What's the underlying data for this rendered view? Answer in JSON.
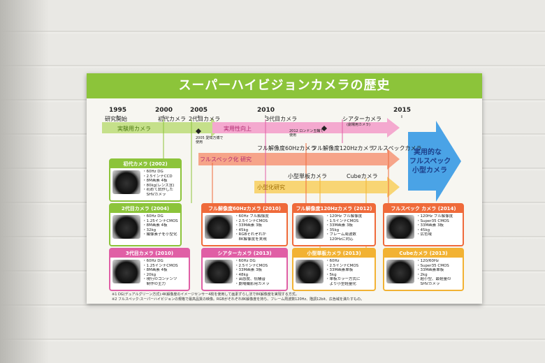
{
  "title": "スーパーハイビジョンカメラの歴史",
  "years": [
    "1995",
    "2000",
    "2005",
    "2010",
    "2015"
  ],
  "milestones": {
    "research_start": "研究開始",
    "first_camera": "初代カメラ",
    "second_camera": "2代目カメラ",
    "third_camera": "3代目カメラ",
    "theater_camera": "シアターカメラ",
    "theater_sub": "(劇場用カメラ)",
    "expo": "2005 愛知万博で使用",
    "london": "2012 ロンドン五輪で使用",
    "full_res_60": "フル解像度60Hzカメラ",
    "full_res_120": "フル解像度120Hzカメラ",
    "full_spec_camera": "フルスペックカメラ",
    "small_single": "小型単板カメラ",
    "cube_camera": "Cubeカメラ"
  },
  "lanes": {
    "experimental": "実験用カメラ",
    "practical": "実用性向上",
    "full_spec_research": "フルスペック化 研究",
    "miniaturization": "小型化研究"
  },
  "goal": [
    "実用的な",
    "フルスペック",
    "小型カメラ"
  ],
  "boxes": [
    {
      "title": "初代カメラ (2002)",
      "color": "#8cc43a",
      "specs": [
        "・60Hz DG",
        "・2.5インチCCD",
        "・8M画素 4板",
        "・80kg(レンズ含)",
        "・初めて試作した",
        "　SHVカメラ"
      ]
    },
    {
      "title": "2代目カメラ (2004)",
      "color": "#8cc43a",
      "specs": [
        "・60Hz DG",
        "・1.25インチCMOS",
        "・8M画素 4板",
        "・32kg",
        "・撮像素子を小型化"
      ]
    },
    {
      "title": "3代目カメラ (2010)",
      "color": "#e05fa5",
      "specs": [
        "・60Hz DG",
        "・1.25インチCMOS",
        "・8M画素 4板",
        "・20kg",
        "・現行のコンテンツ",
        "　制作の主力"
      ]
    },
    {
      "title": "シアターカメラ (2013)",
      "color": "#e05fa5",
      "specs": [
        "・60Hz DG",
        "・2.5インチCMOS",
        "・33M画素 3板",
        "・48kg",
        "・高感度、低騒音",
        "・劇場撮影用カメラ"
      ]
    },
    {
      "title": "フル解像度60Hzカメラ (2010)",
      "color": "#ef6a3a",
      "specs": [
        "・60Hz フル解像度",
        "・2.5インチCMOS",
        "・33M画素 3板",
        "・45kg",
        "・RGBそれぞれが",
        "　8K解像度を実現"
      ]
    },
    {
      "title": "フル解像度120Hzカメラ (2012)",
      "color": "#ef6a3a",
      "specs": [
        "・120Hz フル解像度",
        "・1.5インチCMOS",
        "・33M画素 3板",
        "・35kg",
        "・フレーム周波数",
        "　120Hzに対応"
      ]
    },
    {
      "title": "小型単板カメラ (2013)",
      "color": "#f2b233",
      "specs": [
        "・60Hz",
        "・2.5インチCMOS",
        "・33M画素単板",
        "・5kg",
        "・単板カラー方式に",
        "　より小型軽量化"
      ]
    },
    {
      "title": "フルスペック カメラ (2014)",
      "color": "#ef6a3a",
      "specs": [
        "・120Hz フル解像度",
        "・Super35 CMOS",
        "・33M画素 3板",
        "・45kg",
        "・広色域"
      ]
    },
    {
      "title": "Cubeカメラ (2013)",
      "color": "#f2b233",
      "specs": [
        "・120/60Hz",
        "・Super35 CMOS",
        "・33M画素単板",
        "・2kg",
        "・超小型、最軽量の",
        "　SHVカメラ"
      ]
    }
  ],
  "footnotes": [
    "※1 DG(デュアルグリーン方式):4K解像度のイメージセンサー4枚を使用して画素ずらし法で8K解像度を実現する方式。",
    "※2 フルスペック:スーパーハイビジョンの規格で最高品質の映像。RGBがそれぞれ8K解像度を持ち、フレーム周波数120Hz、階調12bit、広色域を満たすもの。"
  ],
  "colors": {
    "green": "#8cc43a",
    "pink": "#e05fa5",
    "orange": "#ef6a3a",
    "yellow": "#f2b233",
    "blue": "#4aa3e6"
  }
}
